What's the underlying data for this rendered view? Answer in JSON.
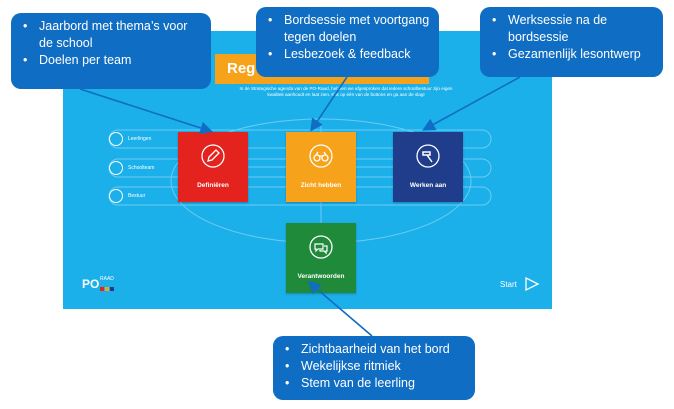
{
  "panel": {
    "banner_text": "Reg",
    "intro_text": "In de Strategische agenda van de PO-Raad, hebben we afgesproken dat iedere schoolbestuur zijn eigen kwaliteit aanhoudt en laat zien. Klik op één van de buttons en ga aan de slag!",
    "rows": [
      {
        "label": "Leerlingen"
      },
      {
        "label": "Schoolteam"
      },
      {
        "label": "Bestuur"
      }
    ],
    "tiles": {
      "define": {
        "label": "Definiëren",
        "color": "#e4221e"
      },
      "visible": {
        "label": "Zicht hebben",
        "color": "#f7a21b"
      },
      "work": {
        "label": "Werken aan",
        "color": "#1f3d8a"
      },
      "account": {
        "label": "Verantwoorden",
        "color": "#1f8a3a"
      }
    },
    "logo_text": "PO",
    "logo_small": "RAAD",
    "start_label": "Start",
    "background_color": "#1cb0ea"
  },
  "callouts": {
    "top_left": [
      "Jaarbord met thema’s voor de school",
      "Doelen per team"
    ],
    "top_middle": [
      "Bordsessie met voortgang tegen doelen",
      "Lesbezoek & feedback"
    ],
    "top_right": [
      "Werksessie na de bordsessie",
      "Gezamenlijk lesontwerp"
    ],
    "bottom": [
      "Zichtbaarheid van het bord",
      "Wekelijkse ritmiek",
      "Stem van de leerling"
    ],
    "color": "#0f6dc3"
  }
}
